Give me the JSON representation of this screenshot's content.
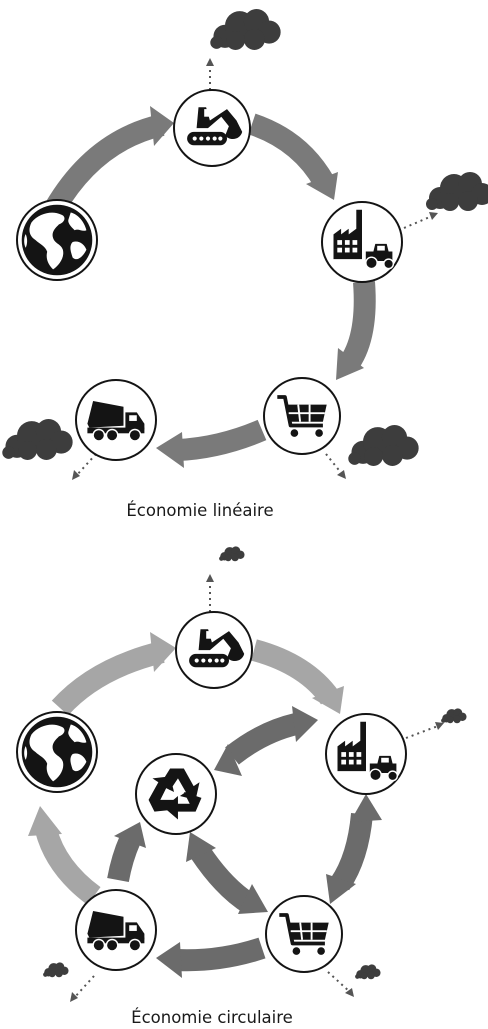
{
  "linear": {
    "caption": "Économie linéaire",
    "nodes": [
      {
        "id": "earth",
        "icon": "globe-icon"
      },
      {
        "id": "extraction",
        "icon": "excavator-icon"
      },
      {
        "id": "production",
        "icon": "factory-tractor-icon"
      },
      {
        "id": "consumption",
        "icon": "shopping-cart-icon"
      },
      {
        "id": "waste",
        "icon": "garbage-truck-icon"
      }
    ],
    "pollution_icon": "smoke-cloud-icon"
  },
  "circular": {
    "caption": "Économie circulaire",
    "nodes": [
      {
        "id": "earth",
        "icon": "globe-icon"
      },
      {
        "id": "extraction",
        "icon": "excavator-icon"
      },
      {
        "id": "production",
        "icon": "factory-tractor-icon"
      },
      {
        "id": "consumption",
        "icon": "shopping-cart-icon"
      },
      {
        "id": "waste",
        "icon": "garbage-truck-icon"
      },
      {
        "id": "recycling",
        "icon": "recycle-icon"
      }
    ],
    "pollution_icon": "smoke-cloud-icon"
  },
  "colors": {
    "arrow_dark": "#6b6b6b",
    "arrow_light": "#a6a6a6",
    "icon": "#141414",
    "cloud": "#3d3d3d",
    "ink": "#1a1a1a"
  }
}
